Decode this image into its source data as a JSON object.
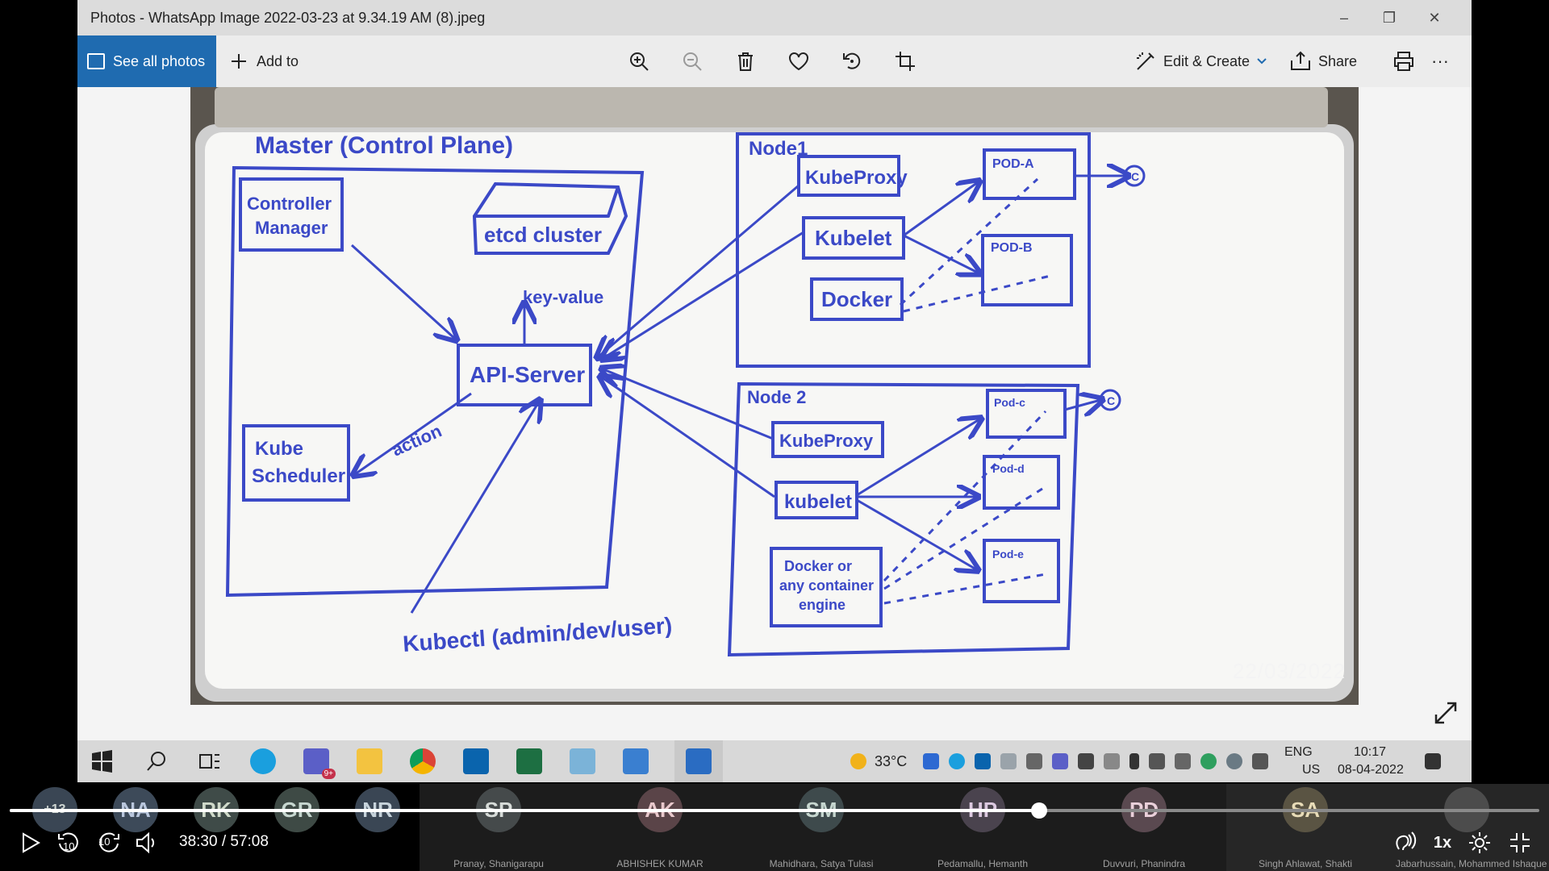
{
  "window": {
    "title": "Photos - WhatsApp Image 2022-03-23 at 9.34.19 AM (8).jpeg",
    "minimize": "–",
    "restore": "❐",
    "close": "✕"
  },
  "toolbar": {
    "see_all_photos": "See all photos",
    "add_to": "Add to",
    "edit_create": "Edit & Create",
    "share": "Share",
    "more": "···"
  },
  "photo": {
    "date_stamp": "22/03/2022",
    "whiteboard": {
      "master": "Master (Control Plane)",
      "controller_manager": [
        "Controller",
        "Manager"
      ],
      "etcd": "etcd cluster",
      "key_value": "key-value",
      "api_server": "API-Server",
      "kube_scheduler": [
        "Kube",
        "Scheduler"
      ],
      "action": "action",
      "kubectl": "Kubectl (admin/dev/user)",
      "node1": "Node1",
      "kube_proxy": "KubeProxy",
      "kubelet": "Kubelet",
      "docker": "Docker",
      "pod_a": "POD-A",
      "pod_b": "POD-B",
      "node2": "Node 2",
      "kube_proxy2": "KubeProxy",
      "kubelet2": "kubelet",
      "docker2": [
        "Docker or",
        "any container",
        "engine"
      ],
      "pod_c": "Pod-c",
      "pod_d": "Pod-d",
      "pod_e": "Pod-e",
      "c_mark": "C"
    }
  },
  "taskbar": {
    "temp": "33°C",
    "lang1": "ENG",
    "lang2": "US",
    "time": "10:17",
    "date": "08-04-2022",
    "teams_badge": "9+"
  },
  "player": {
    "time_current": "38:30",
    "time_total": "57:08",
    "time_display": "38:30 / 57:08",
    "progress": 0.673,
    "speed": "1x",
    "skip_back": "10",
    "skip_fwd": "10"
  },
  "participants": [
    {
      "initials": "+13",
      "name": ""
    },
    {
      "initials": "NA",
      "name": ""
    },
    {
      "initials": "RK",
      "name": ""
    },
    {
      "initials": "GR",
      "name": ""
    },
    {
      "initials": "NR",
      "name": ""
    },
    {
      "initials": "SP",
      "name": "Pranay, Shanigarapu"
    },
    {
      "initials": "AK",
      "name": "ABHISHEK KUMAR"
    },
    {
      "initials": "SM",
      "name": "Mahidhara, Satya Tulasi"
    },
    {
      "initials": "HP",
      "name": "Pedamallu, Hemanth"
    },
    {
      "initials": "PD",
      "name": "Duvvuri, Phanindra"
    },
    {
      "initials": "SA",
      "name": "Singh Ahlawat, Shakti"
    },
    {
      "initials": "",
      "name": "Jabarhussain, Mohammed Ishaque"
    }
  ]
}
